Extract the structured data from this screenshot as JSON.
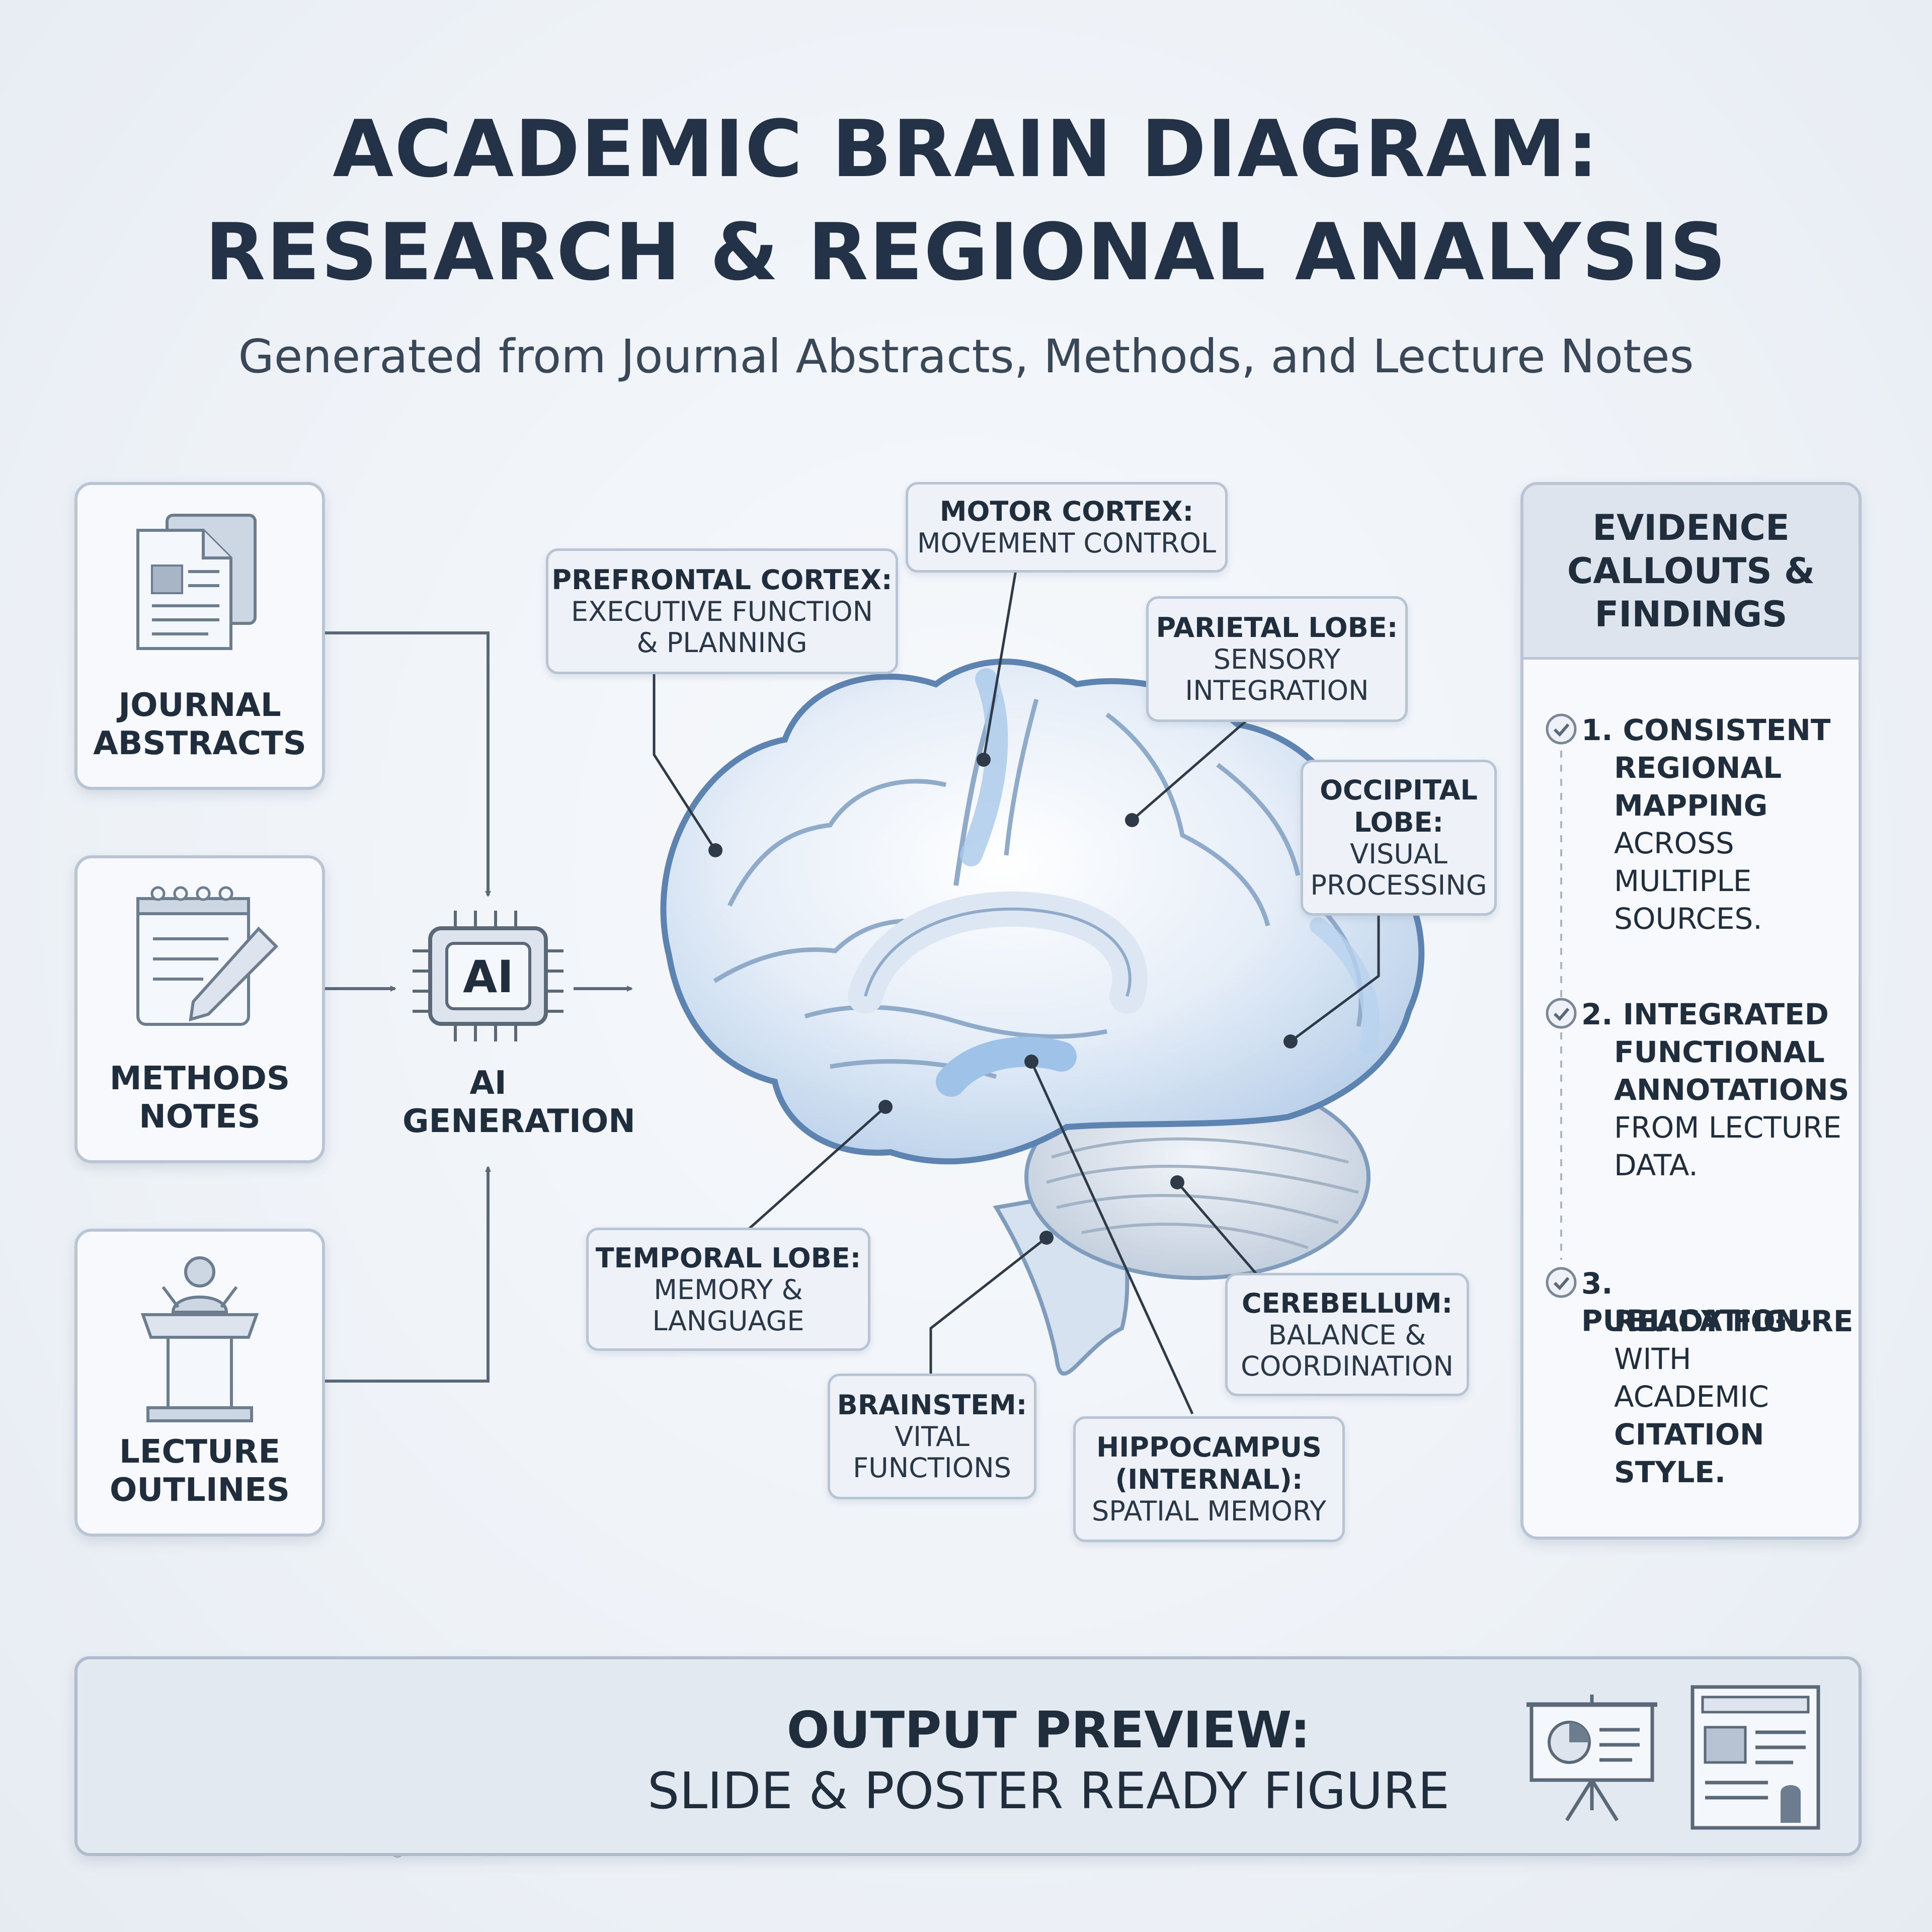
{
  "header": {
    "title_line1": "ACADEMIC BRAIN DIAGRAM:",
    "title_line2": "RESEARCH & REGIONAL ANALYSIS",
    "subtitle": "Generated from Journal Abstracts, Methods, and Lecture Notes"
  },
  "inputs": {
    "journal_line1": "JOURNAL",
    "journal_line2": "ABSTRACTS",
    "methods_line1": "METHODS",
    "methods_line2": "NOTES",
    "lecture_line1": "LECTURE",
    "lecture_line2": "OUTLINES"
  },
  "ai": {
    "chip_text": "AI",
    "label_line1": "AI",
    "label_line2": "GENERATION"
  },
  "regions": {
    "motor": {
      "head": "MOTOR CORTEX:",
      "desc1": "MOVEMENT CONTROL"
    },
    "prefrontal": {
      "head": "PREFRONTAL CORTEX:",
      "desc1": "EXECUTIVE FUNCTION",
      "desc2": "& PLANNING"
    },
    "parietal": {
      "head": "PARIETAL LOBE:",
      "desc1": "SENSORY",
      "desc2": "INTEGRATION"
    },
    "occipital": {
      "head1": "OCCIPITAL",
      "head2": "LOBE:",
      "desc1": "VISUAL",
      "desc2": "PROCESSING"
    },
    "temporal": {
      "head": "TEMPORAL LOBE:",
      "desc1": "MEMORY &",
      "desc2": "LANGUAGE"
    },
    "cerebellum": {
      "head": "CEREBELLUM:",
      "desc1": "BALANCE &",
      "desc2": "COORDINATION"
    },
    "brainstem": {
      "head": "BRAINSTEM:",
      "desc1": "VITAL",
      "desc2": "FUNCTIONS"
    },
    "hippocampus": {
      "head1": "HIPPOCAMPUS",
      "head2": "(INTERNAL):",
      "desc1": "SPATIAL MEMORY"
    }
  },
  "evidence": {
    "title_line1": "EVIDENCE",
    "title_line2": "CALLOUTS &",
    "title_line3": "FINDINGS",
    "findings": [
      {
        "num_line": "1. CONSISTENT",
        "bold_lines": [
          "REGIONAL",
          "MAPPING"
        ],
        "plain_lines": [
          "ACROSS",
          "MULTIPLE",
          "SOURCES."
        ]
      },
      {
        "num_line": "2. INTEGRATED",
        "bold_lines": [
          "FUNCTIONAL",
          "ANNOTATIONS"
        ],
        "plain_lines": [
          "FROM LECTURE",
          "DATA."
        ]
      },
      {
        "num_line": "3. PUBLICATION-",
        "bold_lines": [
          "READY FIGURE"
        ],
        "plain_lines": [
          "WITH",
          "ACADEMIC"
        ],
        "bold_tail": [
          "CITATION",
          "STYLE."
        ]
      }
    ]
  },
  "output": {
    "line1": "OUTPUT PREVIEW:",
    "line2": "SLIDE & POSTER READY FIGURE"
  },
  "icons": {
    "journal": "document-icon",
    "methods": "notepad-pencil-icon",
    "lecture": "podium-speaker-icon",
    "ai": "ai-chip-icon",
    "check": "check-circle-icon",
    "slide": "presentation-board-icon",
    "poster": "poster-document-icon"
  },
  "colors": {
    "title": "#233246",
    "brain_accent": "#9fc3e8",
    "border": "#b9c5d4",
    "panel_header": "#dde4ee"
  }
}
